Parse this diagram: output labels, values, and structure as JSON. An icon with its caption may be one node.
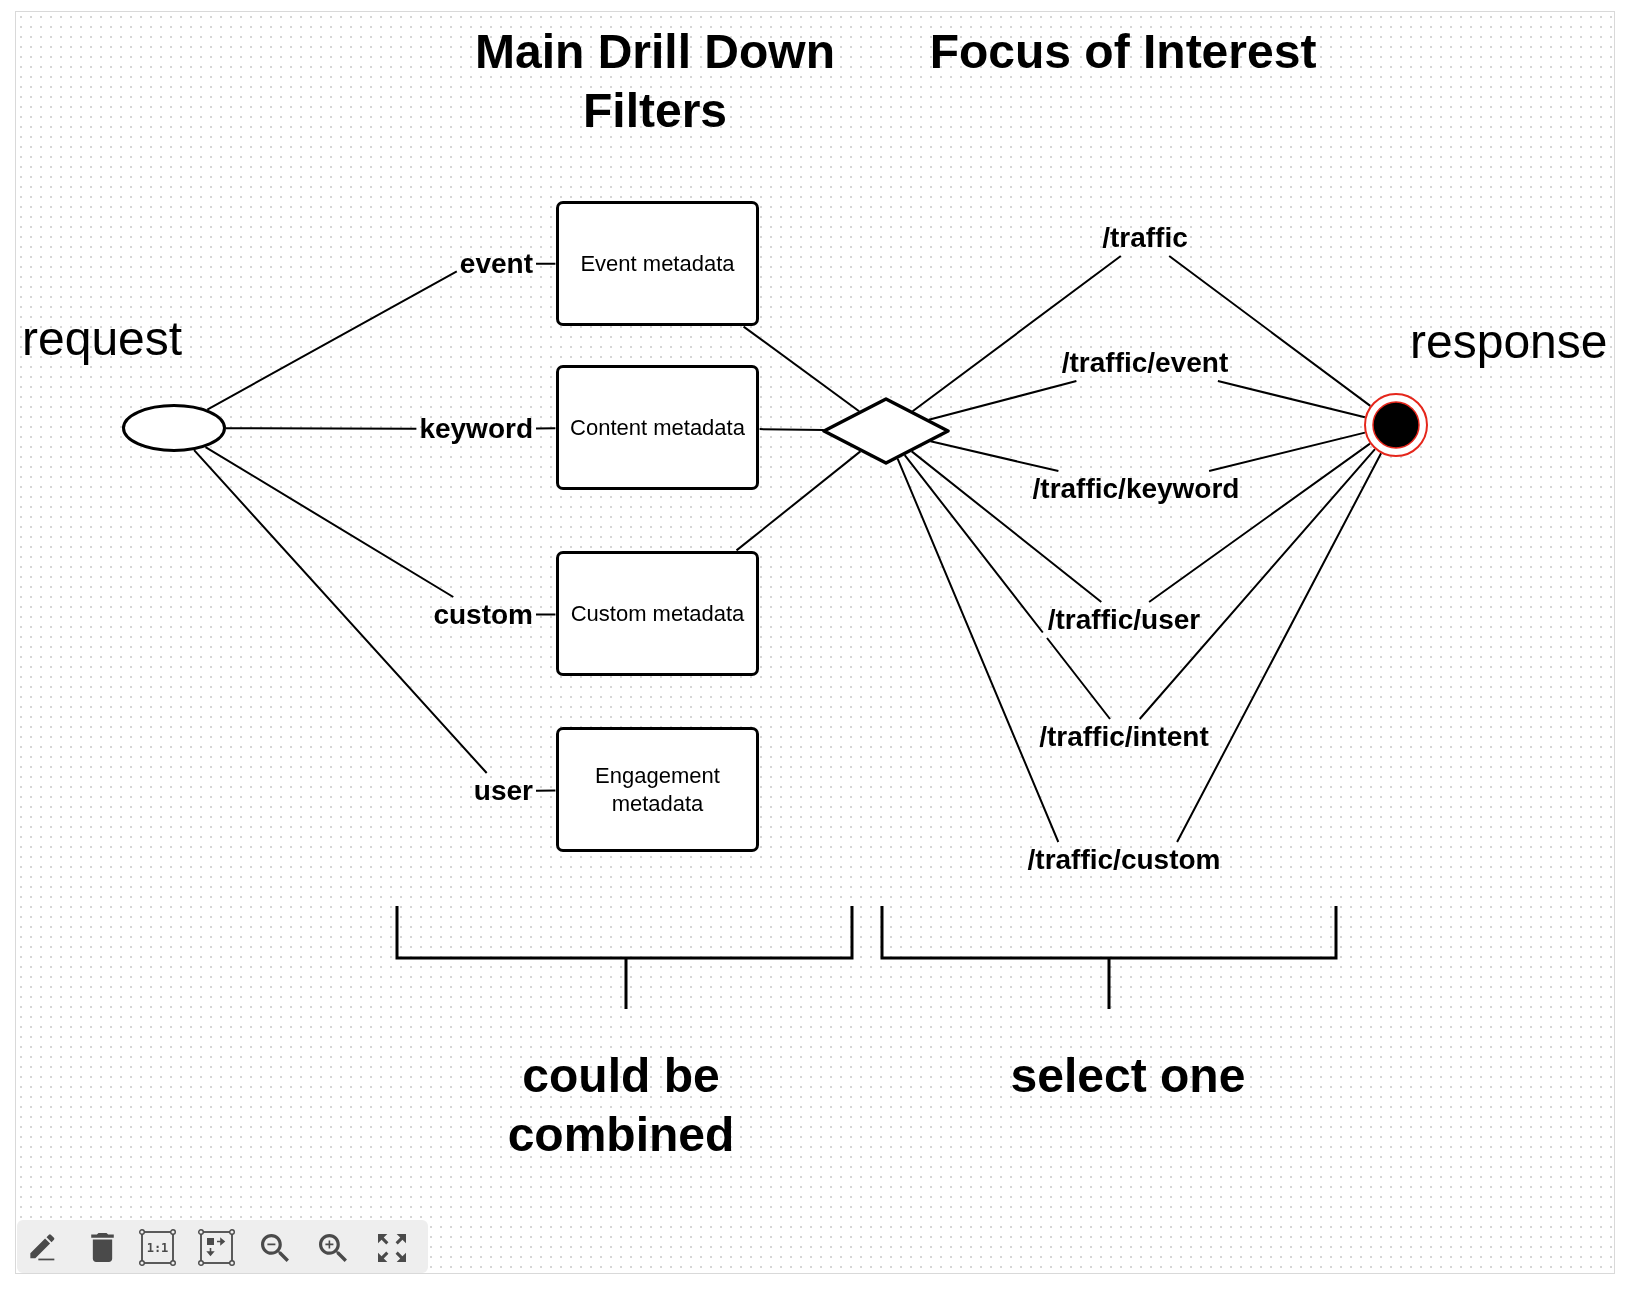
{
  "diagram": {
    "nodes": [
      {
        "text": [],
        "shape": "ellipse",
        "beside": [
          "request"
        ]
      },
      {
        "text": [
          "Event metadata"
        ]
      },
      {
        "text": [
          "Content metadata"
        ]
      },
      {
        "text": [
          "Custom metadata"
        ]
      },
      {
        "text": [
          "Engagement metadata"
        ]
      },
      {
        "text": [],
        "shape": "diamond"
      },
      {
        "text": [],
        "shape": "circle",
        "beside": [
          "response"
        ]
      }
    ],
    "edges": [
      {
        "from": 0,
        "to": 1,
        "arrow": "none",
        "label": "event"
      },
      {
        "from": 0,
        "to": 2,
        "arrow": "none",
        "label": "keyword"
      },
      {
        "from": 0,
        "to": 3,
        "arrow": "none",
        "label": "custom"
      },
      {
        "from": 0,
        "to": 4,
        "arrow": "none",
        "label": "user"
      },
      {
        "from": 1,
        "to": 5,
        "arrow": "none"
      },
      {
        "from": 2,
        "to": 5,
        "arrow": "none"
      },
      {
        "from": 3,
        "to": 5,
        "arrow": "none"
      },
      {
        "from": 5,
        "to": 6,
        "arrow": "none",
        "label": "/traffic"
      },
      {
        "from": 5,
        "to": 6,
        "arrow": "none",
        "label": "/traffic/event"
      },
      {
        "from": 5,
        "to": 6,
        "arrow": "none",
        "label": "/traffic/keyword"
      },
      {
        "from": 5,
        "to": 6,
        "arrow": "none",
        "label": "/traffic/user"
      },
      {
        "from": 5,
        "to": 6,
        "arrow": "none",
        "label": "/traffic/intent"
      },
      {
        "from": 5,
        "to": 6,
        "arrow": "none",
        "label": "/traffic/custom"
      }
    ],
    "labels": [
      "Main Drill Down Filters",
      "Focus of Interest",
      "could be combined",
      "select one",
      "1:1"
    ]
  }
}
